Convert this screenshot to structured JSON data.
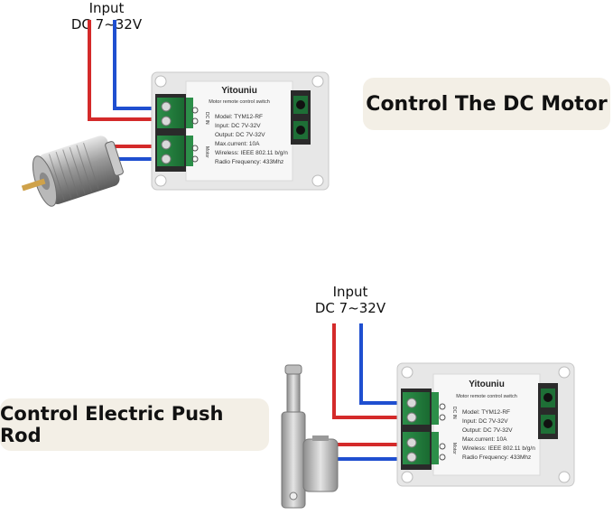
{
  "scene1": {
    "input_line1": "Input",
    "input_line2": "DC 7~32V",
    "caption": "Control The DC Motor"
  },
  "scene2": {
    "input_line1": "Input",
    "input_line2": "DC 7~32V",
    "caption": "Control Electric Push Rod"
  },
  "module": {
    "brand": "Yitouniu",
    "subtitle": "Motor remote control switch",
    "model": "Model:  TYM12-RF",
    "input": "Input:  DC 7V-32V",
    "output": "Output:  DC 7V-32V",
    "max_current": "Max.current:  10A",
    "wireless": "Wireless:  IEEE 802.11 b/g/n",
    "radio": "Radio Frequency:  433Mhz",
    "terminal_top": "DC IN",
    "terminal_bottom": "Motor"
  },
  "colors": {
    "wire_red": "#d42a2a",
    "wire_blue": "#1f4fd0",
    "pill_bg": "#f3efe6",
    "pcb_green": "#1f7a3a"
  }
}
